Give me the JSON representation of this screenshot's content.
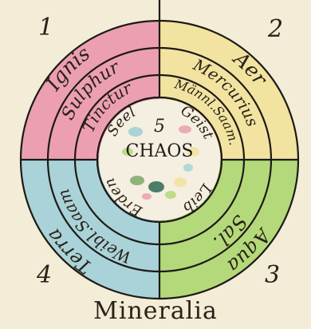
{
  "caption": "Mineralia",
  "quadrant_numbers": {
    "top_left": "1",
    "top_right": "2",
    "bottom_right": "3",
    "bottom_left": "4"
  },
  "center": {
    "number": "5",
    "label": "CHAOS"
  },
  "quadrant_colors": {
    "top_left": "#ec9fb0",
    "top_right": "#f2e3a0",
    "bottom_right": "#b4d97a",
    "bottom_left": "#a9d3d8"
  },
  "words": {
    "q1_outer": "Ignis",
    "q1_ring2": "Sulphur",
    "q1_ring3": "Tinctur",
    "q1_inner": "Seel",
    "q2_outer": "Aer",
    "q2_ring2": "Mercurius",
    "q2_ring3": "Männl.Saam.",
    "q2_inner": "Geist",
    "q3_outer": "Aqua",
    "q3_ring2": "Sal.",
    "q3_inner": "Leib",
    "q4_outer": "Terra",
    "q4_ring2": "Weibl.Saam",
    "q4_inner": "Erden"
  }
}
